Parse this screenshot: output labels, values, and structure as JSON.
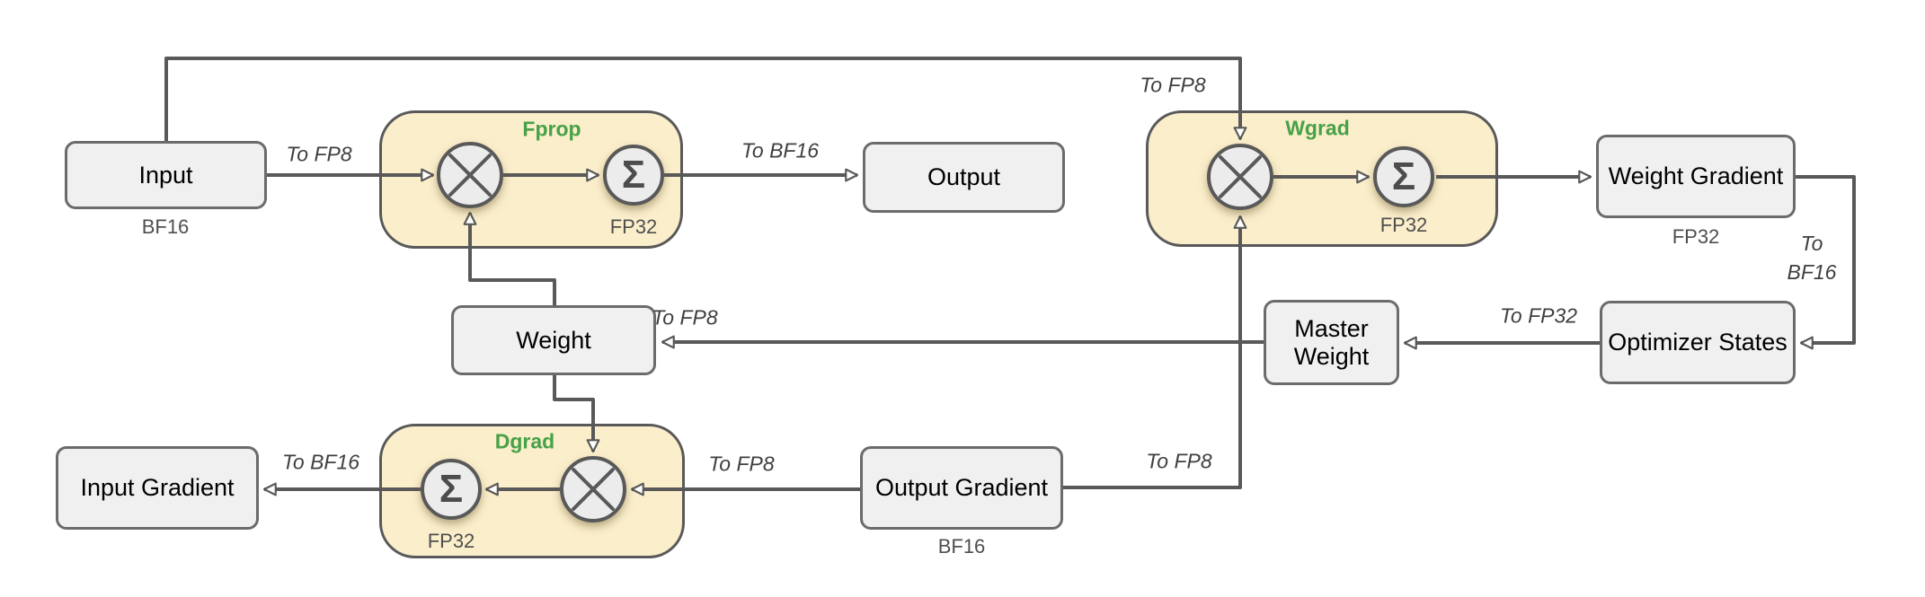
{
  "diagram_type": "fp8-mixed-precision-training-flow",
  "colors": {
    "background": "#ffffff",
    "wire": "#595959",
    "gemm_block_fill": "#FBEECB",
    "gemm_block_border": "#595959",
    "node_fill": "#f0f0f0",
    "node_border": "#6b6b6b",
    "block_title_green": "#47A147",
    "precision_label_gray": "#4f4f4f",
    "wire_label_gray": "#3f3f3f",
    "box_text": "#000000"
  },
  "nodes": {
    "input": {
      "label": "Input",
      "precision": "BF16"
    },
    "output": {
      "label": "Output"
    },
    "weight": {
      "label": "Weight"
    },
    "weight_gradient": {
      "label": "Weight Gradient",
      "precision": "FP32"
    },
    "master_weight": {
      "label": "Master Weight"
    },
    "optimizer_states": {
      "label": "Optimizer States"
    },
    "output_gradient": {
      "label": "Output Gradient",
      "precision": "BF16"
    },
    "input_gradient": {
      "label": "Input Gradient"
    }
  },
  "blocks": {
    "fprop": {
      "title": "Fprop",
      "accumulator": "FP32"
    },
    "wgrad": {
      "title": "Wgrad",
      "accumulator": "FP32"
    },
    "dgrad": {
      "title": "Dgrad",
      "accumulator": "FP32"
    }
  },
  "icons": {
    "multiply": "circle-with-cross",
    "sum": "Σ"
  },
  "wire_labels": {
    "input_to_fprop": "To FP8",
    "fprop_to_output": "To BF16",
    "input_to_wgrad": "To FP8",
    "master_weight_to_weight": "To FP8",
    "optimizer_to_master_weight": "To FP32",
    "weight_gradient_to_optimizer": "To BF16",
    "output_gradient_to_wgrad": "To FP8",
    "output_gradient_to_dgrad": "To FP8",
    "dgrad_to_input_gradient": "To BF16"
  }
}
